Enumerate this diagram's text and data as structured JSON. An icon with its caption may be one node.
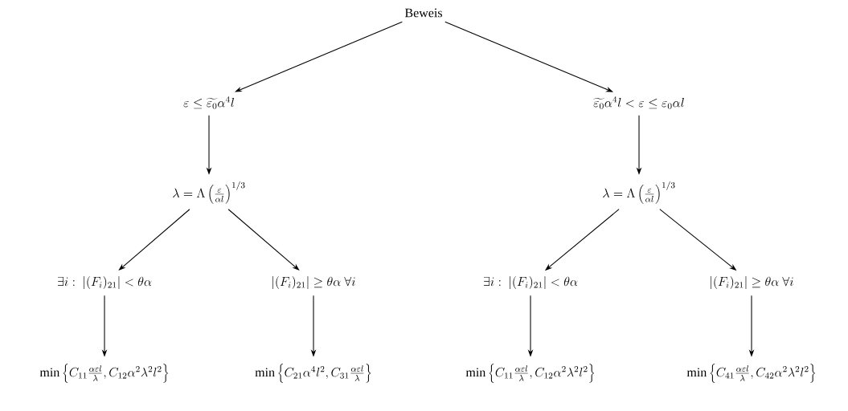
{
  "diagram": {
    "nodes": [
      {
        "text": [
          "Beweis"
        ]
      },
      {
        "text": [
          "\\varepsilon \\leq \\widetilde{\\varepsilon_0}\\alpha^4 l"
        ]
      },
      {
        "text": [
          "\\widetilde{\\varepsilon_0}\\alpha^4 l < \\varepsilon \\leq \\varepsilon_0 \\alpha l"
        ]
      },
      {
        "text": [
          "\\lambda = \\Lambda\\left(\\frac{\\varepsilon}{\\alpha l}\\right)^{1/3}"
        ]
      },
      {
        "text": [
          "\\lambda = \\Lambda\\left(\\frac{\\varepsilon}{\\alpha l}\\right)^{1/3}"
        ]
      },
      {
        "text": [
          "\\exists i:\\ |(F_i)_{21}| < \\theta\\alpha"
        ]
      },
      {
        "text": [
          "|(F_i)_{21}| \\geq \\theta\\alpha\\ \\forall i"
        ]
      },
      {
        "text": [
          "\\exists i:\\ |(F_i)_{21}| < \\theta\\alpha"
        ]
      },
      {
        "text": [
          "|(F_i)_{21}| \\geq \\theta\\alpha\\ \\forall i"
        ]
      },
      {
        "text": [
          "\\min\\left\\{C_{11}\\frac{\\alpha\\varepsilon l}{\\lambda}, C_{12}\\alpha^2\\lambda^2 l^2\\right\\}"
        ]
      },
      {
        "text": [
          "\\min\\left\\{C_{21}\\alpha^4 l^2, C_{31}\\frac{\\alpha\\varepsilon l}{\\lambda}\\right\\}"
        ]
      },
      {
        "text": [
          "\\min\\left\\{C_{11}\\frac{\\alpha\\varepsilon l}{\\lambda}, C_{12}\\alpha^2\\lambda^2 l^2\\right\\}"
        ]
      },
      {
        "text": [
          "\\min\\left\\{C_{41}\\frac{\\alpha\\varepsilon l}{\\lambda}, C_{42}\\alpha^2\\lambda^2 l^2\\right\\}"
        ]
      }
    ],
    "edges": [
      {
        "from": 0,
        "to": 1,
        "arrow": "to"
      },
      {
        "from": 0,
        "to": 2,
        "arrow": "to"
      },
      {
        "from": 1,
        "to": 3,
        "arrow": "to"
      },
      {
        "from": 2,
        "to": 4,
        "arrow": "to"
      },
      {
        "from": 3,
        "to": 5,
        "arrow": "to"
      },
      {
        "from": 3,
        "to": 6,
        "arrow": "to"
      },
      {
        "from": 4,
        "to": 7,
        "arrow": "to"
      },
      {
        "from": 4,
        "to": 8,
        "arrow": "to"
      },
      {
        "from": 5,
        "to": 9,
        "arrow": "to"
      },
      {
        "from": 6,
        "to": 10,
        "arrow": "to"
      },
      {
        "from": 7,
        "to": 11,
        "arrow": "to"
      },
      {
        "from": 8,
        "to": 12,
        "arrow": "to"
      }
    ]
  }
}
